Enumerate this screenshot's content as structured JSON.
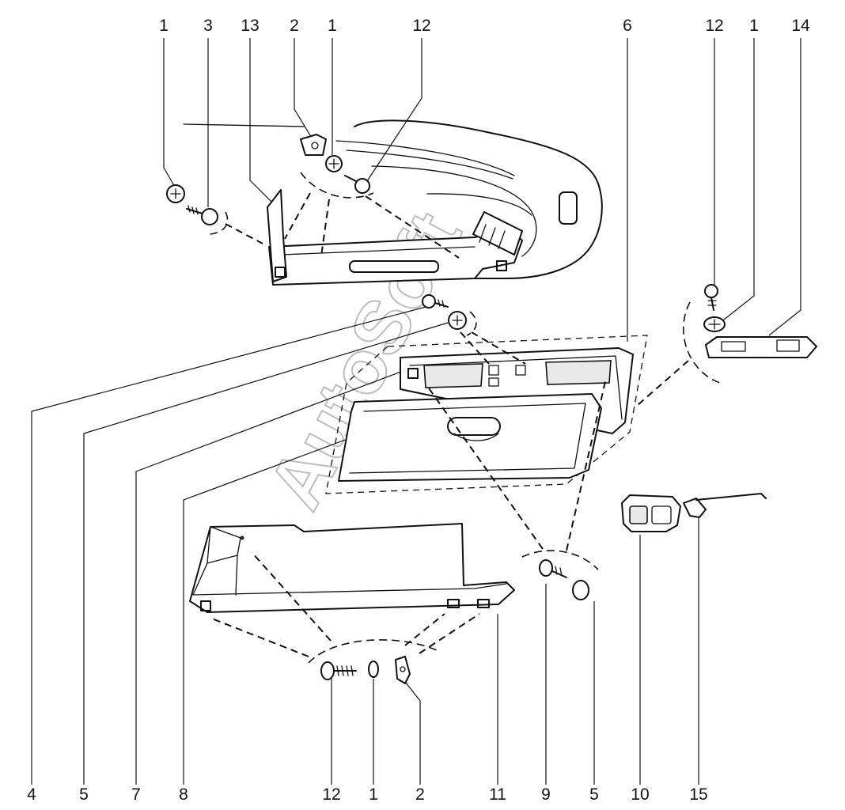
{
  "watermark": "AutoSoft",
  "callouts_top": [
    {
      "id": "t1",
      "text": "1"
    },
    {
      "id": "t2",
      "text": "3"
    },
    {
      "id": "t3",
      "text": "13"
    },
    {
      "id": "t4",
      "text": "2"
    },
    {
      "id": "t5",
      "text": "1"
    },
    {
      "id": "t6",
      "text": "12"
    },
    {
      "id": "t7",
      "text": "6"
    },
    {
      "id": "t8",
      "text": "12"
    },
    {
      "id": "t9",
      "text": "1"
    },
    {
      "id": "t10",
      "text": "14"
    }
  ],
  "callouts_bottom": [
    {
      "id": "b1",
      "text": "4"
    },
    {
      "id": "b2",
      "text": "5"
    },
    {
      "id": "b3",
      "text": "7"
    },
    {
      "id": "b4",
      "text": "8"
    },
    {
      "id": "b5",
      "text": "12"
    },
    {
      "id": "b6",
      "text": "1"
    },
    {
      "id": "b7",
      "text": "2"
    },
    {
      "id": "b8",
      "text": "11"
    },
    {
      "id": "b9",
      "text": "9"
    },
    {
      "id": "b10",
      "text": "5"
    },
    {
      "id": "b11",
      "text": "10"
    },
    {
      "id": "b12",
      "text": "15"
    }
  ]
}
